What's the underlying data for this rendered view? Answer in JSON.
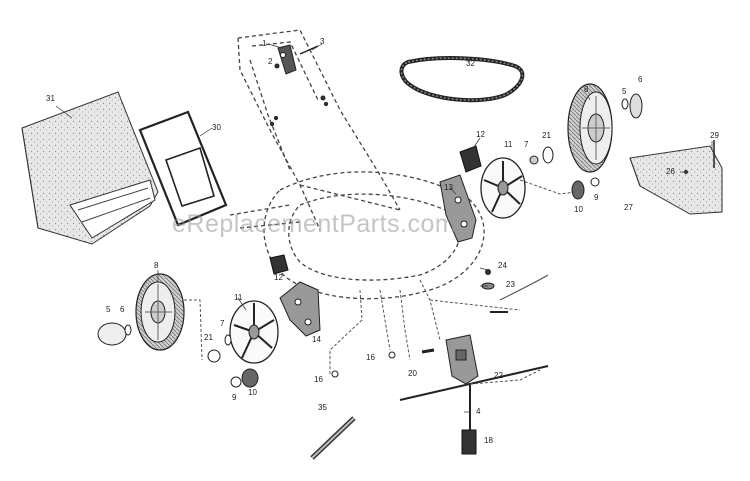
{
  "diagram": {
    "watermark": "eReplacementParts.com",
    "callouts": {
      "c31": "31",
      "c30": "30",
      "c1": "1",
      "c2": "2",
      "c3": "3",
      "c32": "32",
      "c6a": "6",
      "c5a": "5",
      "c8a": "8",
      "c12a": "12",
      "c11a": "11",
      "c7a": "7",
      "c21a": "21",
      "c29": "29",
      "c26": "26",
      "c27": "27",
      "c13": "13",
      "c10a": "10",
      "c9a": "9",
      "c12b": "12",
      "c8b": "8",
      "c11b": "11",
      "c5b": "5",
      "c6b": "6",
      "c7b": "7",
      "c21b": "21",
      "c9b": "9",
      "c10b": "10",
      "c14": "14",
      "c24": "24",
      "c23": "23",
      "c16a": "16",
      "c16b": "16",
      "c20": "20",
      "c22": "22",
      "c4": "4",
      "c35": "35",
      "c18": "18"
    }
  }
}
